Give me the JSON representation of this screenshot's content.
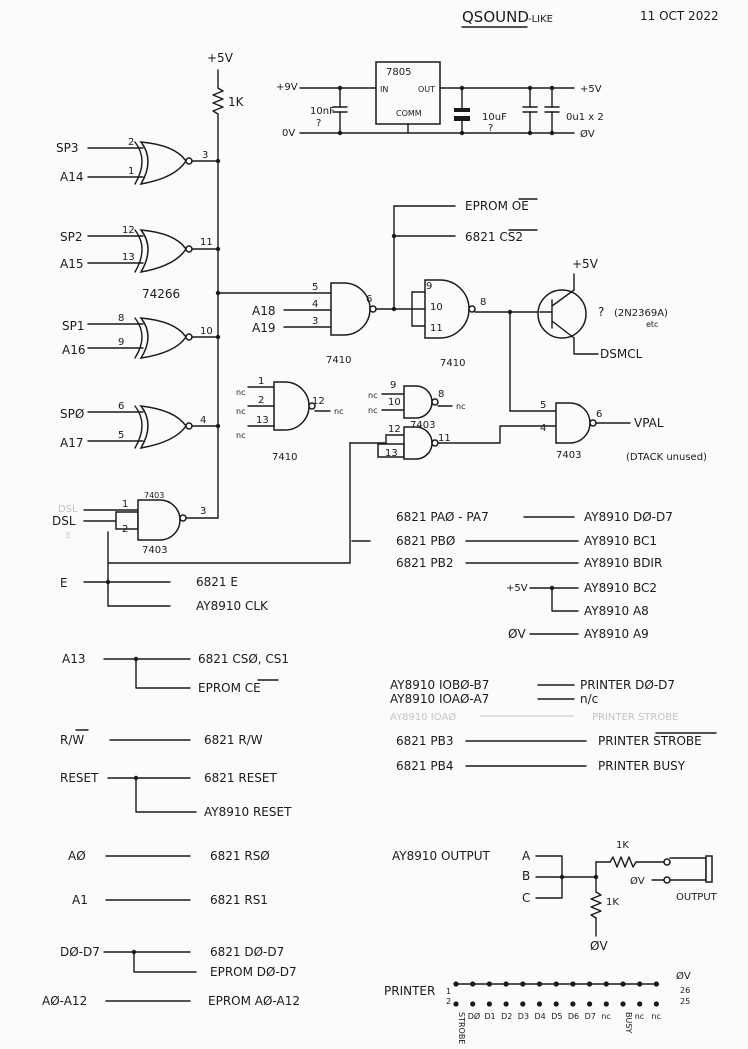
{
  "header": {
    "title": "QSOUND",
    "title_suffix": "-LIKE",
    "date": "11 OCT 2022"
  },
  "power": {
    "vcc": "+5V",
    "pullup": "1K",
    "in_rail": "+9V",
    "gnd_rail": "0V",
    "out_rail": "+5V",
    "gnd_rail_right": "ØV"
  },
  "regulator": {
    "part": "7805",
    "in": "IN",
    "out": "OUT",
    "comm": "COMM",
    "c_in": "10nF",
    "c_in_q": "?",
    "c_out": "10uF",
    "c_out_q": "?",
    "c_out2": "0u1 x 2"
  },
  "xnor": {
    "part": "74266",
    "gates": [
      {
        "a": "SP3",
        "b": "A14",
        "pa": "2",
        "pb": "1",
        "po": "3"
      },
      {
        "a": "SP2",
        "b": "A15",
        "pa": "12",
        "pb": "13",
        "po": "11"
      },
      {
        "a": "SP1",
        "b": "A16",
        "pa": "8",
        "pb": "9",
        "po": "10"
      },
      {
        "a": "SPØ",
        "b": "A17",
        "pa": "6",
        "pb": "5",
        "po": "4"
      }
    ]
  },
  "nand3_a": {
    "part": "7410",
    "p1": "5",
    "p2": "4",
    "p3": "3",
    "po": "6",
    "in2": "A18",
    "in3": "A19"
  },
  "nand3_b": {
    "part": "7410",
    "p1": "9",
    "p2": "10",
    "p3": "11",
    "po": "8"
  },
  "nand3_spare": {
    "part": "7410",
    "p1": "1",
    "p2": "2",
    "p3": "13",
    "po": "12",
    "nc": "nc"
  },
  "eprom_oe": "EPROM OE",
  "pia_cs2": "6821 CS2",
  "transistor": {
    "vcc": "+5V",
    "q": "?",
    "part": "(2N2369A)",
    "etc": "etc",
    "out": "DSMCL"
  },
  "g7403_spare": {
    "p1": "9",
    "p2": "10",
    "po": "8",
    "part": "7403",
    "nc": "nc"
  },
  "g7403_vpal": {
    "p1": "5",
    "p2": "4",
    "po": "6",
    "part": "7403",
    "out": "VPAL",
    "note": "(DTACK unused)"
  },
  "g7403_e": {
    "p1": "12",
    "p2": "13",
    "po": "11"
  },
  "g7403_dsl": {
    "part": "7403",
    "p1": "1",
    "p2": "2",
    "po": "3",
    "in_faint": "DSL",
    "in": "DSL",
    "in_e": "E"
  },
  "clock": {
    "e": "E",
    "t1": "6821 E",
    "t2": "AY8910 CLK"
  },
  "right_conn": [
    {
      "from": "6821 PAØ - PA7",
      "to": "AY8910 DØ-D7"
    },
    {
      "from": "6821 PBØ",
      "to": "AY8910 BC1"
    },
    {
      "from": "6821 PB2",
      "to": "AY8910 BDIR"
    }
  ],
  "bc2": {
    "from": "+5V",
    "to1": "AY8910 BC2",
    "to2": "AY8910 A8"
  },
  "a9": {
    "from": "ØV",
    "to": "AY8910 A9"
  },
  "io": [
    {
      "from": "AY8910 IOBØ-B7",
      "to": "PRINTER DØ-D7"
    },
    {
      "from": "AY8910 IOAØ-A7",
      "to": "n/c"
    }
  ],
  "io_faint": {
    "from": "AY8910 IOAØ",
    "to": "PRINTER STROBE"
  },
  "pb": [
    {
      "from": "6821 PB3",
      "to": "PRINTER STROBE"
    },
    {
      "from": "6821 PB4",
      "to": "PRINTER BUSY"
    }
  ],
  "left_conn": {
    "a13": {
      "from": "A13",
      "to1": "6821 CSØ, CS1",
      "to2": "EPROM CE"
    },
    "rw": {
      "from": "R/W",
      "to": "6821 R/W"
    },
    "reset": {
      "from": "RESET",
      "to1": "6821 RESET",
      "to2": "AY8910 RESET"
    },
    "a0": {
      "from": "AØ",
      "to": "6821 RSØ"
    },
    "a1": {
      "from": "A1",
      "to": "6821 RS1"
    },
    "d": {
      "from": "DØ-D7",
      "to1": "6821 DØ-D7",
      "to2": "EPROM DØ-D7"
    },
    "a": {
      "from": "AØ-A12",
      "to": "EPROM AØ-A12"
    }
  },
  "output": {
    "label": "AY8910 OUTPUT",
    "a": "A",
    "b": "B",
    "c": "C",
    "r1": "1K",
    "r2": "1K",
    "gnd": "ØV",
    "gnd2": "ØV",
    "out": "OUTPUT"
  },
  "printer": {
    "label": "PRINTER",
    "gnd": "ØV",
    "pin1": "1",
    "pin2": "2",
    "pin25": "25",
    "pin26": "26",
    "pins": [
      "STROBE",
      "DØ",
      "D1",
      "D2",
      "D3",
      "D4",
      "D5",
      "D6",
      "D7",
      "nc",
      "BUSY",
      "nc",
      "nc"
    ]
  }
}
